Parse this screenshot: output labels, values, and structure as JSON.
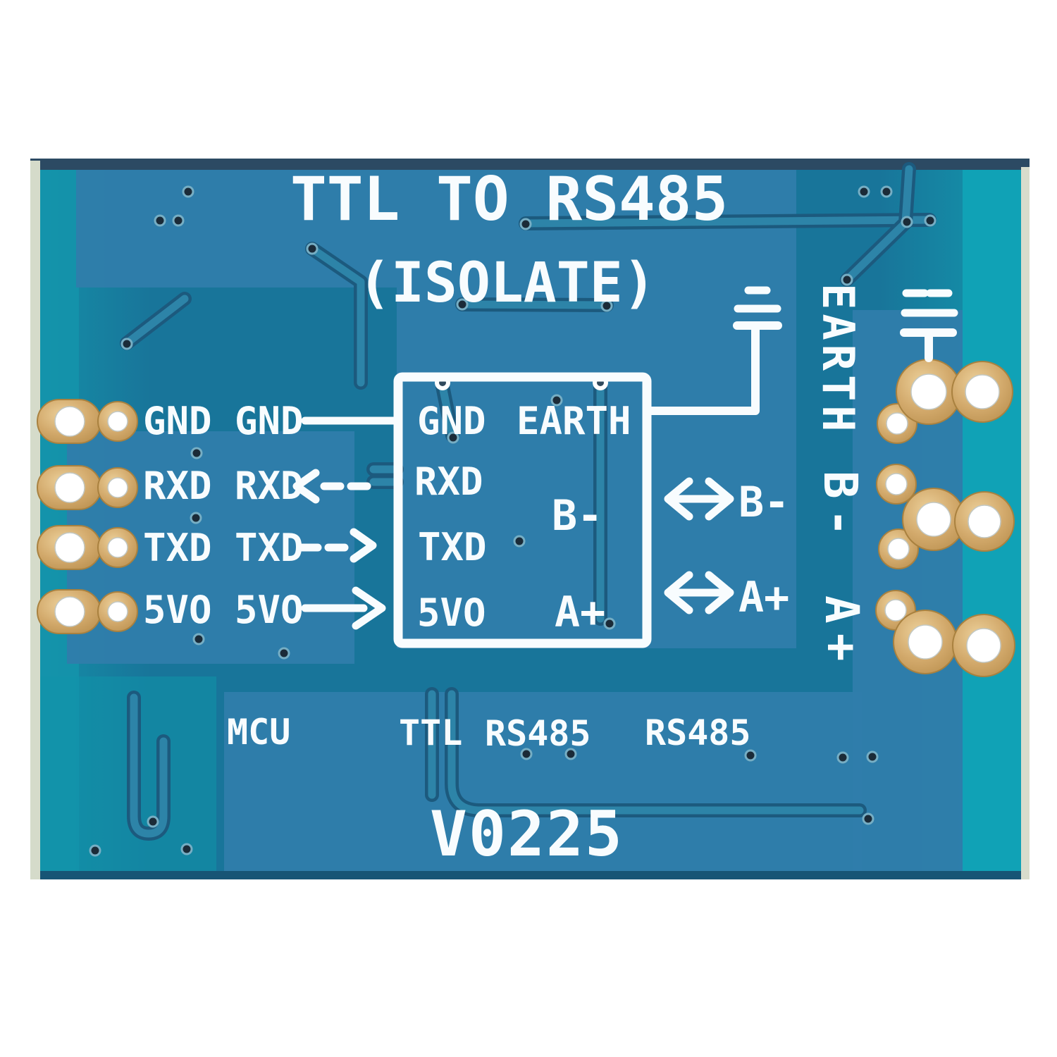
{
  "silkscreen": {
    "title": "TTL TO RS485",
    "subtitle": "(ISOLATE)",
    "version": "V0225",
    "header_rows": [
      {
        "pad_label": "GND",
        "line_label": "GND"
      },
      {
        "pad_label": "RXD",
        "line_label": "RXD"
      },
      {
        "pad_label": "TXD",
        "line_label": "TXD"
      },
      {
        "pad_label": "5VO",
        "line_label": "5VO"
      }
    ],
    "isolator_box": {
      "left_pins": [
        "GND",
        "RXD",
        "TXD",
        "5VO"
      ],
      "right_pins": [
        "EARTH",
        "B-",
        "A+"
      ]
    },
    "rs485_side": {
      "b_label": "B-",
      "a_label": "A+"
    },
    "edge_labels": {
      "earth": "EARTH",
      "b": "B-",
      "a": "A+"
    },
    "section_labels": {
      "mcu": "MCU",
      "ttl": "TTL",
      "rs485_inner": "RS485",
      "rs485_outer": "RS485"
    }
  },
  "colors": {
    "board_teal": "#18759a",
    "pour_blue": "#2f7dab",
    "edge_cyan": "#10a2b6",
    "silkscreen_white": "#f8fcfe",
    "pad_gold": "#cda465",
    "trace_outline": "#1c5a7e",
    "board_edge_strip": "#d5dbca"
  }
}
